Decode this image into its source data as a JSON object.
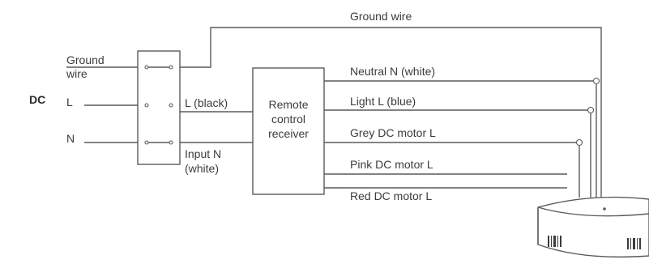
{
  "source_labels": {
    "dc": "DC",
    "l": "L",
    "n": "N",
    "ground_wire_line1": "Ground",
    "ground_wire_line2": "wire"
  },
  "top_ground_label": "Ground wire",
  "switch_box_labels": {
    "l_black": "L (black)",
    "input_n_line1": "Input N",
    "input_n_line2": "(white)"
  },
  "receiver": {
    "line1": "Remote",
    "line2": "control",
    "line3": "receiver"
  },
  "outputs": [
    {
      "label": "Neutral N (white)"
    },
    {
      "label": "Light L (blue)"
    },
    {
      "label": "Grey DC motor L"
    },
    {
      "label": "Pink DC motor L"
    },
    {
      "label": "Red DC motor L"
    }
  ]
}
